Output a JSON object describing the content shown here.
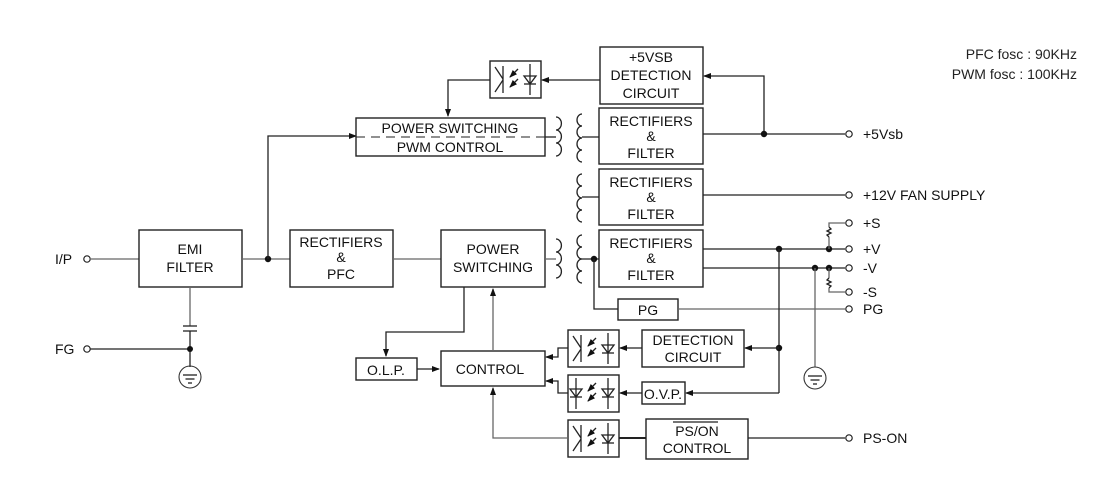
{
  "notes": {
    "pfc": "PFC fosc : 90KHz",
    "pwm": "PWM fosc : 100KHz"
  },
  "blocks": {
    "emi": [
      "EMI",
      "FILTER"
    ],
    "rect_pfc": [
      "RECTIFIERS",
      "&",
      "PFC"
    ],
    "power_switching": [
      "POWER",
      "SWITCHING"
    ],
    "pwm_block": [
      "POWER SWITCHING",
      "PWM CONTROL"
    ],
    "vsb_detect": [
      "+5VSB",
      "DETECTION",
      "CIRCUIT"
    ],
    "rect1": [
      "RECTIFIERS",
      "&",
      "FILTER"
    ],
    "rect2": [
      "RECTIFIERS",
      "&",
      "FILTER"
    ],
    "rect3": [
      "RECTIFIERS",
      "&",
      "FILTER"
    ],
    "pg": "PG",
    "detection": [
      "DETECTION",
      "CIRCUIT"
    ],
    "ovp": "O.V.P.",
    "olp": "O.L.P.",
    "control": "CONTROL",
    "pson": [
      "PS/ON",
      "CONTROL"
    ]
  },
  "terminals": {
    "ip": "I/P",
    "fg": "FG",
    "vsb": "+5Vsb",
    "fan": "+12V  FAN SUPPLY",
    "plus_s": "+S",
    "plus_v": "+V",
    "minus_v": "-V",
    "minus_s": "-S",
    "pg": "PG",
    "pson": "PS-ON"
  }
}
